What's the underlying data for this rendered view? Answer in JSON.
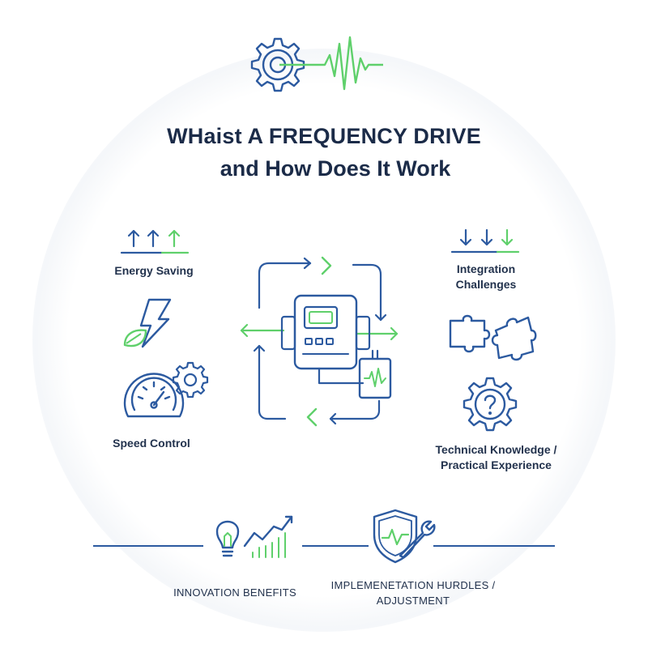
{
  "title": {
    "line1": "WHaist A FREQUENCY DRIVE",
    "line2": "and How Does It Work"
  },
  "left": {
    "energy_saving": "Energy Saving",
    "speed_control": "Speed Control"
  },
  "right": {
    "integration_line1": "Integration",
    "integration_line2": "Challenges",
    "knowledge_line1": "Technical Knowledge /",
    "knowledge_line2": "Practical Experience"
  },
  "bottom": {
    "innovation": "INNOVATION BENEFITS",
    "implementation_line1": "IMPLEMENETATION HURDLES /",
    "implementation_line2": "ADJUSTMENT"
  },
  "colors": {
    "navy": "#2c5aa0",
    "green": "#5fd06b",
    "text": "#1b2b48"
  }
}
